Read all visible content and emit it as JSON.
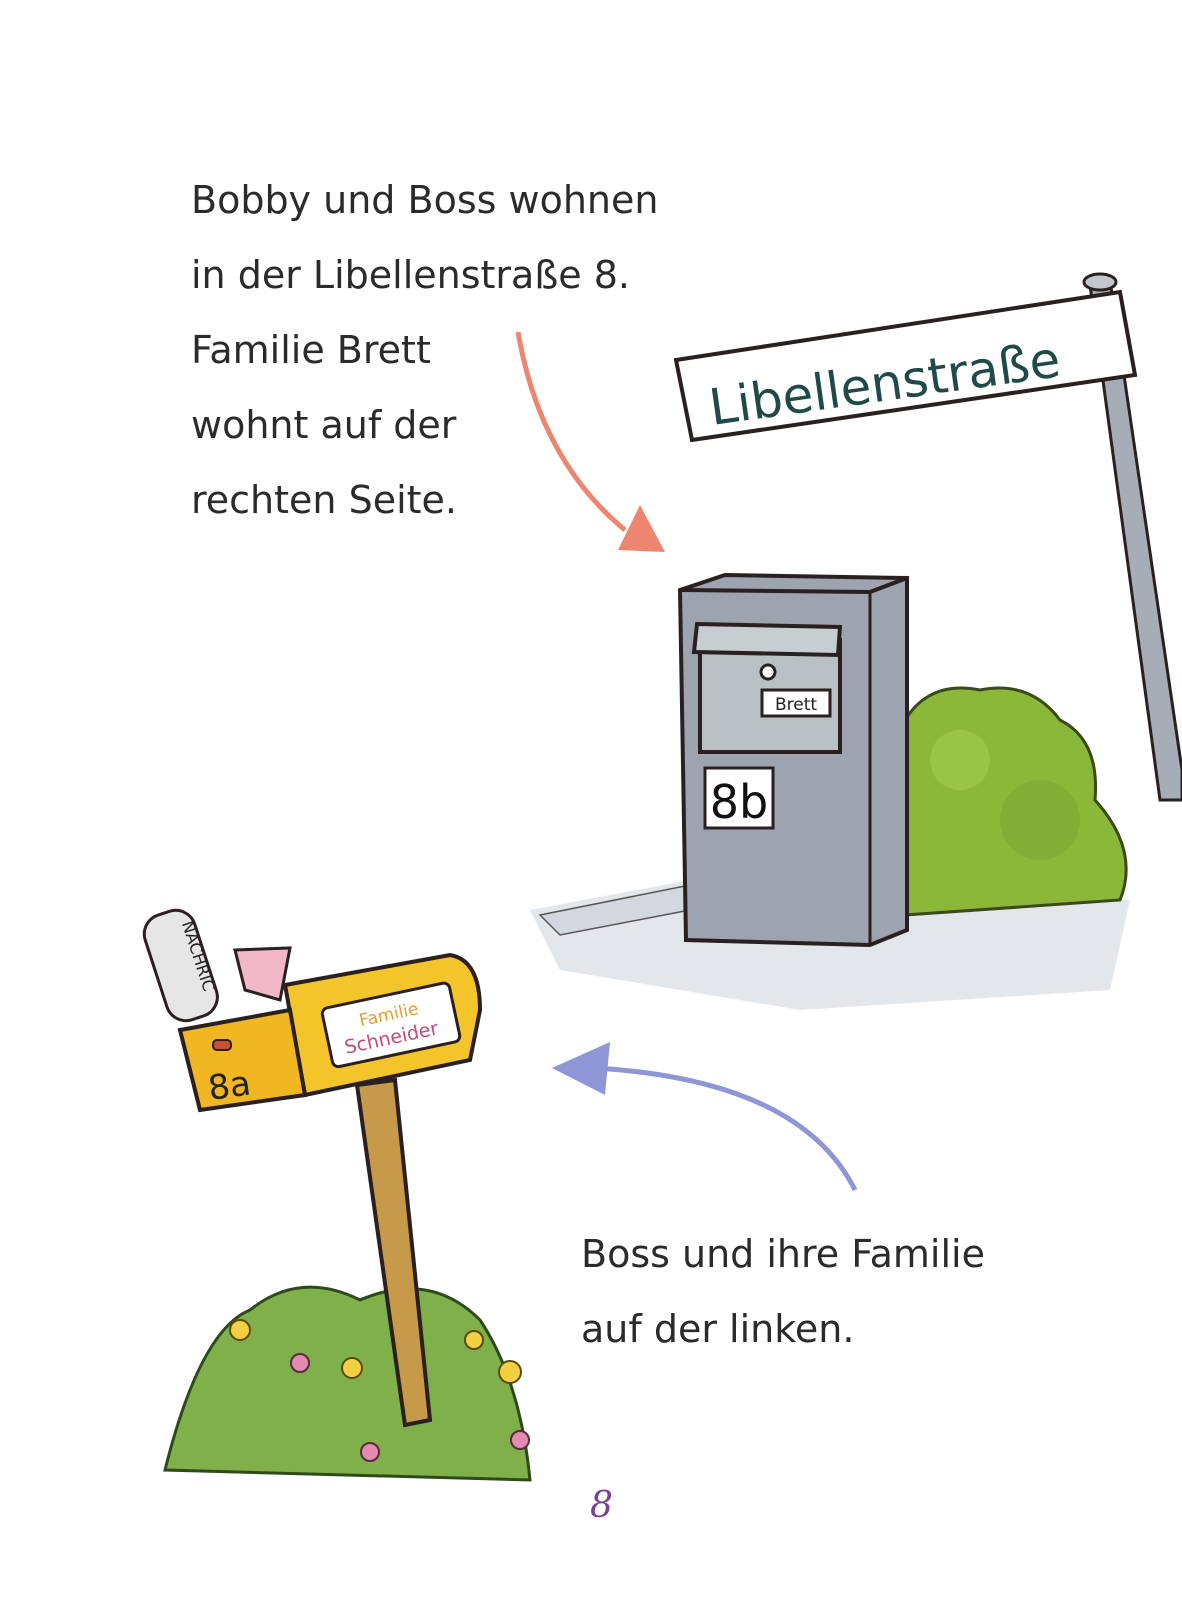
{
  "text_top": [
    "Bobby und Boss wohnen",
    "in der Libellenstraße 8.",
    "Familie Brett",
    "wohnt auf der",
    "rechten Seite."
  ],
  "text_bottom": [
    "Boss und ihre Familie",
    "auf der linken."
  ],
  "page_number": "8",
  "illustration": {
    "street_sign": "Libellenstraße",
    "right_mailbox_name": "Brett",
    "right_house_number": "8b",
    "left_mailbox_name": [
      "Familie",
      "Schneider"
    ],
    "left_house_number": "8a",
    "newspaper_text": "NACHRIC"
  },
  "colors": {
    "arrow_top": "#ee8570",
    "arrow_bottom": "#8f96d6",
    "page_number": "#7a3f96",
    "mailbox_yellow": "#f4c52a",
    "mailbox_grey": "#9ea3b0"
  }
}
